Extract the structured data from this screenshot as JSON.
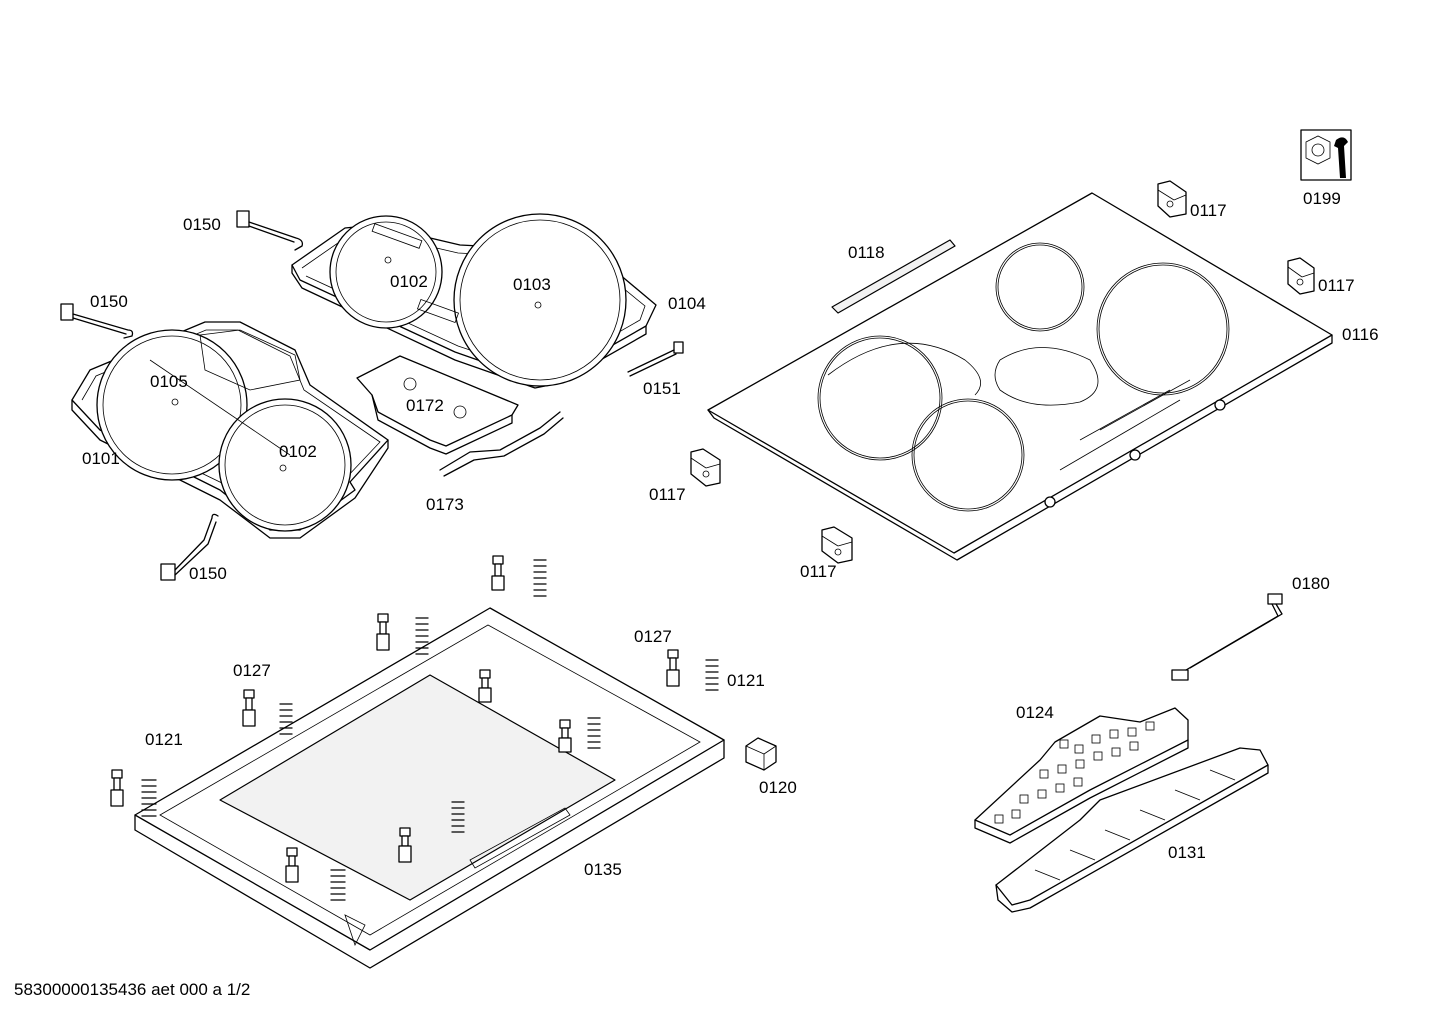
{
  "labels": {
    "l0150a": "0150",
    "l0150b": "0150",
    "l0150c": "0150",
    "l0102a": "0102",
    "l0102b": "0102",
    "l0103": "0103",
    "l0104": "0104",
    "l0105": "0105",
    "l0101": "0101",
    "l0172": "0172",
    "l0173": "0173",
    "l0151": "0151",
    "l0118": "0118",
    "l0117a": "0117",
    "l0117b": "0117",
    "l0117c": "0117",
    "l0117d": "0117",
    "l0116": "0116",
    "l0199": "0199",
    "l0180": "0180",
    "l0127a": "0127",
    "l0127b": "0127",
    "l0121a": "0121",
    "l0121b": "0121",
    "l0120": "0120",
    "l0124": "0124",
    "l0131": "0131",
    "l0135": "0135"
  },
  "footer": "58300000135436 aet 000 a 1/2"
}
